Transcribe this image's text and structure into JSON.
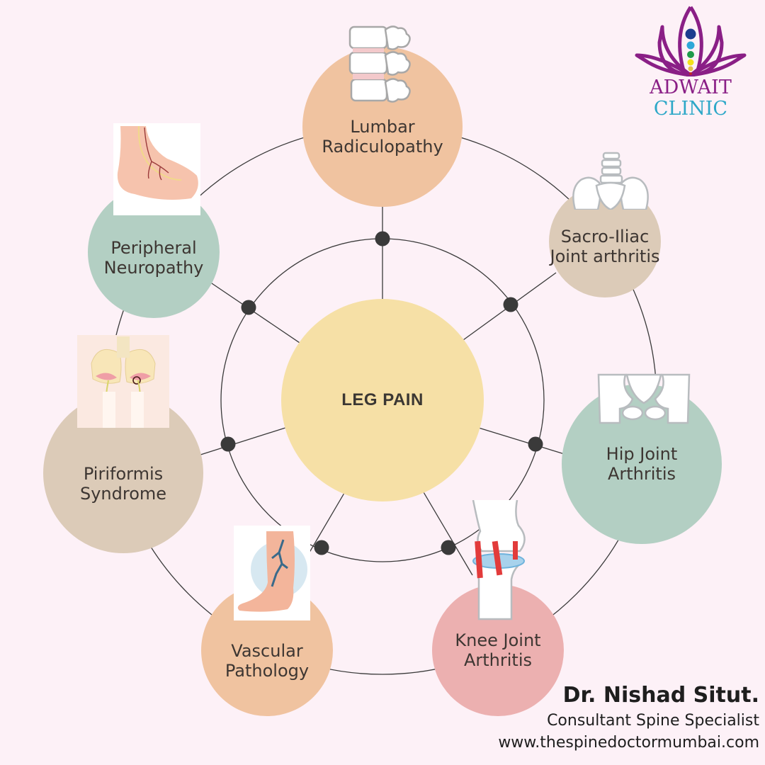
{
  "center": {
    "label": "LEG PAIN",
    "color": "#f6e0a6"
  },
  "causes": [
    {
      "id": "lumbar",
      "label": "Lumbar\nRadiculopathy",
      "color": "#f0c3a0",
      "icon": "lumbar-vertebrae-icon"
    },
    {
      "id": "sacro-iliac",
      "label": "Sacro-Iliac\nJoint arthritis",
      "color": "#dccbb8",
      "icon": "pelvis-spine-icon"
    },
    {
      "id": "hip",
      "label": "Hip Joint\nArthritis",
      "color": "#b3cfc3",
      "icon": "hip-pelvis-icon"
    },
    {
      "id": "knee",
      "label": "Knee Joint\nArthritis",
      "color": "#ecb0b0",
      "icon": "knee-joint-icon"
    },
    {
      "id": "vascular",
      "label": "Vascular\nPathology",
      "color": "#f0c3a0",
      "icon": "varicose-leg-icon"
    },
    {
      "id": "piriformis",
      "label": "Piriformis\nSyndrome",
      "color": "#dccbb8",
      "icon": "piriformis-pelvis-icon"
    },
    {
      "id": "peripheral",
      "label": "Peripheral\nNeuropathy",
      "color": "#b3cfc3",
      "icon": "foot-nerves-icon"
    }
  ],
  "logo": {
    "line1": "ADWAIT",
    "line2": "CLINIC",
    "icon": "lotus-chakra-icon"
  },
  "credit": {
    "name": "Dr. Nishad Situt.",
    "role": "Consultant Spine Specialist",
    "website": "www.thespinedoctormumbai.com"
  },
  "colors": {
    "background": "#fdf1f7",
    "line": "#3a3a3a",
    "dot": "#3a3a3a"
  }
}
